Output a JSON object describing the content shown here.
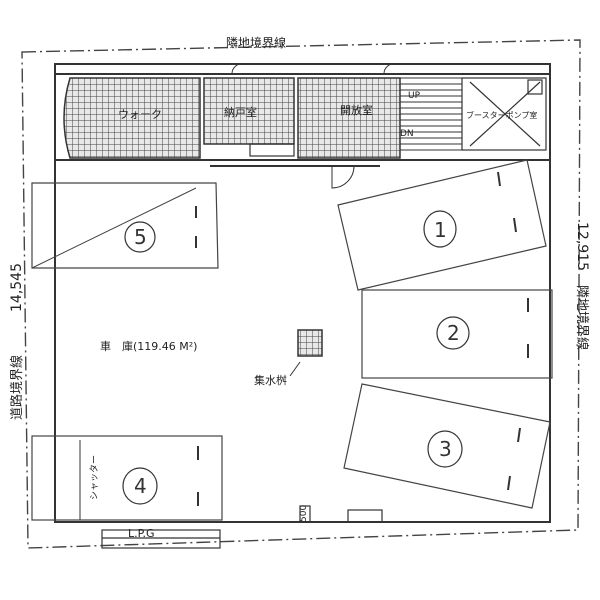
{
  "plan": {
    "top_boundary_label": "隣地境界線",
    "left_boundary_label": "道路境界線",
    "left_dimension": "14,545",
    "right_boundary_label": "隣地境界線",
    "right_dimension": "12,915",
    "rooms": {
      "walk_in": "ウォーク",
      "storage_a": "納戸室",
      "storage_b": "開放室",
      "booster_pump": "ブースターポンプ室",
      "up_label": "UP",
      "dn_label": "DN"
    },
    "garage_label": "車　庫(119.46 M²)",
    "drain_label": "集水桝",
    "shutter_label": "シャッター",
    "lpg_label": "L.P.G",
    "gutter_label": "500",
    "parking_spaces": [
      "1",
      "2",
      "3",
      "4",
      "5"
    ]
  },
  "colors": {
    "line": "#333333",
    "hatch": "#555555",
    "paper": "#ffffff"
  }
}
